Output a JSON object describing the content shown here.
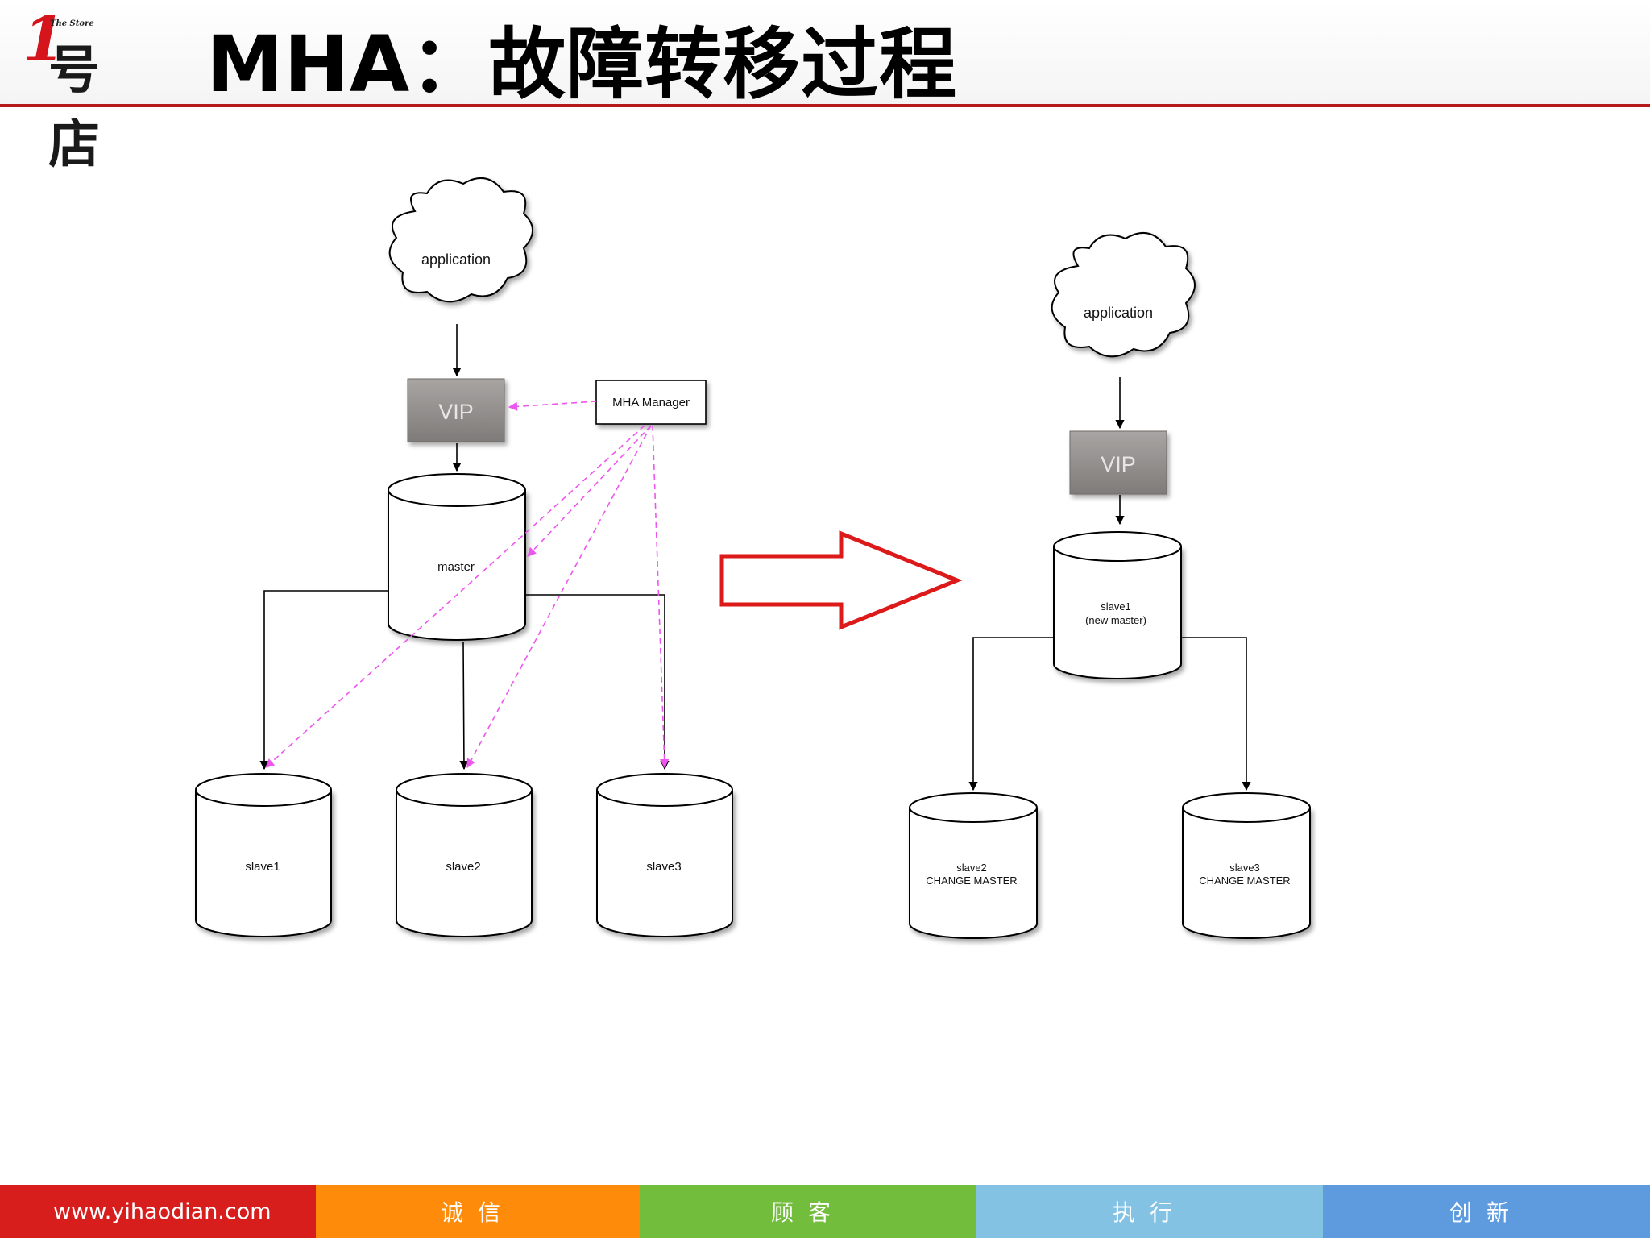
{
  "header": {
    "logo_number": "1",
    "logo_tagline": "The Store",
    "logo_text": "号店",
    "title": "MHA：故障转移过程"
  },
  "diagram": {
    "before": {
      "application": "application",
      "vip": "VIP",
      "manager": "MHA Manager",
      "master": "master",
      "slaves": [
        "slave1",
        "slave2",
        "slave3"
      ]
    },
    "after": {
      "application": "application",
      "vip": "VIP",
      "new_master": [
        "slave1",
        "(new master)"
      ],
      "slave2": [
        "slave2",
        "CHANGE MASTER"
      ],
      "slave3": [
        "slave3",
        "CHANGE MASTER"
      ]
    },
    "colors": {
      "line": "#000000",
      "dashed_arrow": "#ee55ee",
      "transition_arrow": "#dd1a1a",
      "vip_fill": "#8d8a88"
    }
  },
  "footer": {
    "url": "www.yihaodian.com",
    "values": [
      "诚信",
      "顾客",
      "执行",
      "创新"
    ],
    "colors": [
      "#d81d1d",
      "#ff8b0a",
      "#73bd3d",
      "#84c2e4",
      "#5e9bde"
    ]
  }
}
